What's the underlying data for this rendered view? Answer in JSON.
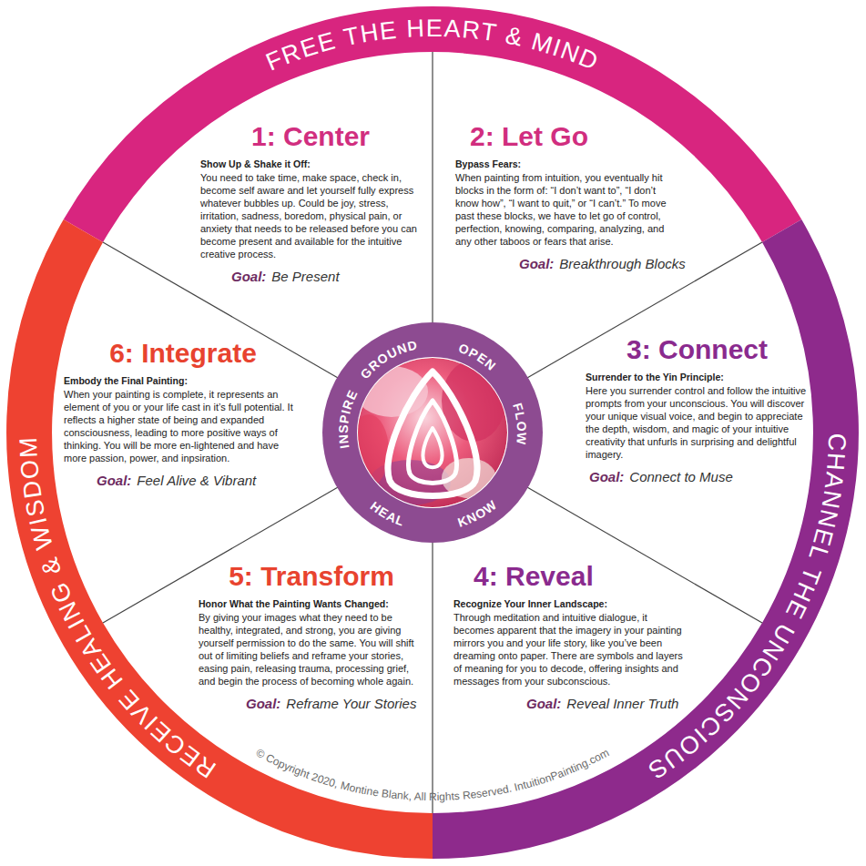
{
  "diagram": {
    "nodes": [
      {
        "text": [
          "1: Center",
          "Show Up & Shake it Off:",
          "You need to take time, make space, check in, become self aware and let yourself fully express whatever bubbles up. Could be joy, stress, irritation, sadness, boredom, physical pain, or anxiety that needs to be released before you can become present and available for the intuitive creative process.",
          "Goal:",
          "Be Present"
        ]
      },
      {
        "text": [
          "2: Let Go",
          "Bypass Fears:",
          "When painting from intuition, you eventually hit blocks in the form of: “I don’t want to”, “I don’t know how”, “I want to quit,” or “I can’t.” To move past these blocks, we have to let go of control, perfection, knowing, comparing, analyzing, and any other taboos or fears that arise.",
          "Goal:",
          "Breakthrough Blocks"
        ]
      },
      {
        "text": [
          "3: Connect",
          "Surrender to the Yin Principle:",
          "Here you surrender control and follow the intuitive prompts from your unconscious. You will discover your unique visual voice, and begin to appreciate the depth, wisdom, and magic of your intuitive creativity that unfurls in surprising and delightful imagery.",
          "Goal:",
          "Connect to Muse"
        ]
      },
      {
        "text": [
          "4: Reveal",
          "Recognize Your Inner Landscape:",
          "Through meditation and intuitive dialogue, it becomes apparent that the imagery in your painting mirrors you and your life story, like you’ve been dreaming onto paper. There are symbols and layers of meaning for you to decode, offering insights and messages from your subconscious.",
          "Goal:",
          "Reveal Inner Truth"
        ]
      },
      {
        "text": [
          "5: Transform",
          "Honor What the Painting Wants Changed:",
          "By giving your images what they need to be healthy, integrated, and strong, you are giving yourself permission to do the same. You will shift out of limiting beliefs and reframe your stories, easing pain, releasing trauma, processing grief, and begin the process of becoming whole again.",
          "Goal:",
          "Reframe Your Stories"
        ]
      },
      {
        "text": [
          "6: Integrate",
          "Embody the Final Painting:",
          "When your painting is complete, it represents an element of you or your life cast in it’s full potential. It reflects a higher state of being and expanded consciousness, leading to more positive ways of thinking. You will be more en-lightened and have more passion, power, and inpsiration.",
          "Goal:",
          "Feel Alive & Vibrant"
        ]
      }
    ],
    "labels": [
      "FREE THE HEART & MIND",
      "CHANNEL THE UNCONSCIOUS",
      "RECEIVE HEALING & WISDOM",
      "GROUND",
      "OPEN",
      "FLOW",
      "KNOW",
      "HEAL",
      "INSPIRE",
      "© Copyright 2020, Montine Blank, All Rights Reserved. IntuitionPainting.com"
    ]
  }
}
